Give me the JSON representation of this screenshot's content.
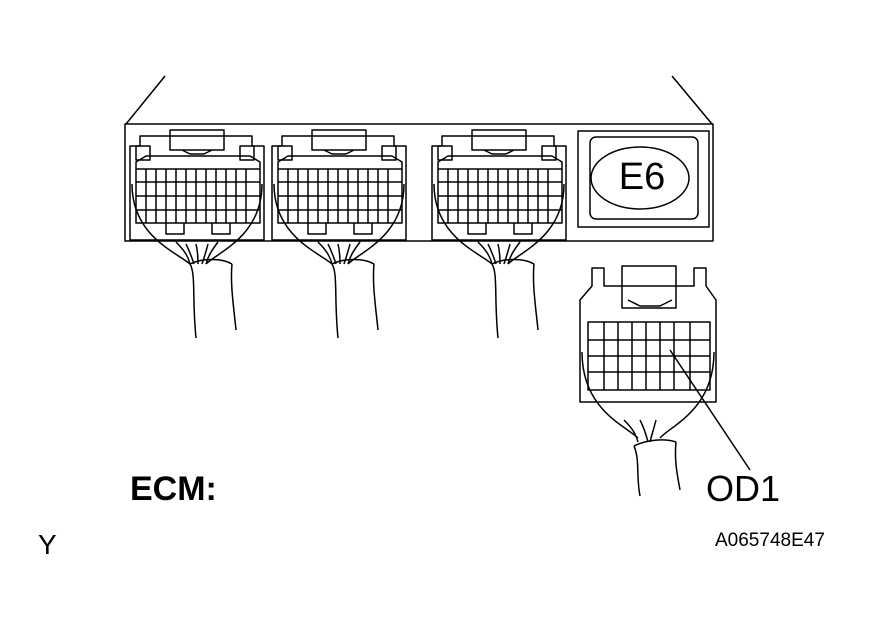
{
  "figure": {
    "title_label": "ECM:",
    "connector_code": "E6",
    "callout_label": "OD1",
    "corner_mark": "Y",
    "figure_id": "A065748E47"
  },
  "colors": {
    "line": "#000000",
    "background": "#ffffff"
  }
}
